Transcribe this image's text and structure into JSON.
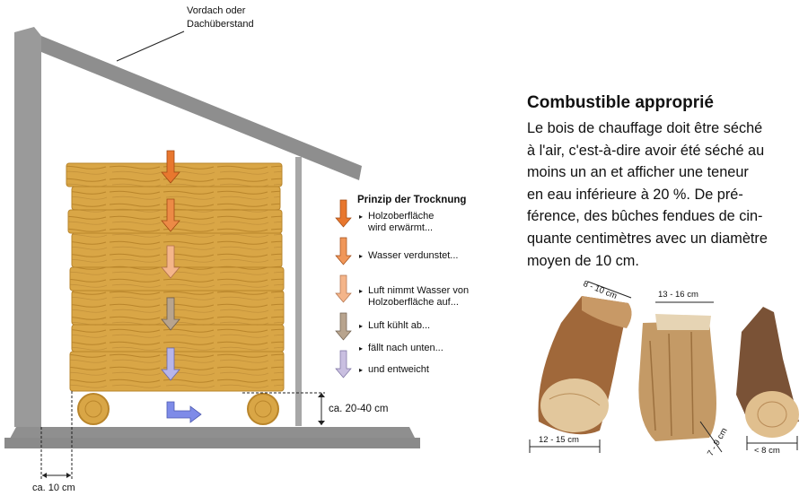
{
  "diagram": {
    "roof_label_line1": "Vordach oder",
    "roof_label_line2": "Dachüberstand",
    "principle_title": "Prinzip der Trocknung",
    "steps": [
      {
        "text": "Holzoberfläche\nwird erwärmt...",
        "color": "#e8772e"
      },
      {
        "text": "Wasser verdunstet...",
        "color": "#f0975a"
      },
      {
        "text": "Luft nimmt Wasser von\nHolzoberfläche auf...",
        "color": "#f4b58a"
      },
      {
        "text": "Luft kühlt ab...",
        "color": "#b8a48e"
      },
      {
        "text": "fällt nach unten...",
        "color": "#c9bfe0"
      },
      {
        "text": "und entweicht",
        "color": "#b7b5ea"
      }
    ],
    "clearance_label": "ca. 20-40 cm",
    "wall_gap_label": "ca. 10 cm"
  },
  "info": {
    "title": "Combustible approprié",
    "body": "Le bois de chauffage doit être séché à l'air, c'est-à-dire avoir été séché au moins un an et afficher une teneur en eau inférieure à 20 %. De pré-férence, des bûches fendues de cin-quante centimètres avec un diamètre moyen de 10 cm.",
    "lines": [
      "Le bois de chauffage doit être séché",
      "à l'air, c'est-à-dire avoir été séché au",
      "moins un an et afficher une teneur",
      "en eau inférieure à 20 %. De pré-",
      "férence, des bûches fendues de cin-",
      "quante centimètres avec un diamètre",
      "moyen de 10 cm."
    ]
  },
  "logs": {
    "log1_top": "8 - 10 cm",
    "log1_bottom": "12 - 15 cm",
    "log2_top": "13 - 16 cm",
    "log2_side": "7 - 9 cm",
    "log3_bottom": "< 8 cm"
  },
  "colors": {
    "wood": "#d9a646",
    "wood_dark": "#b9852b",
    "wall": "#9a9a9a",
    "ground": "#8f8f8f"
  }
}
